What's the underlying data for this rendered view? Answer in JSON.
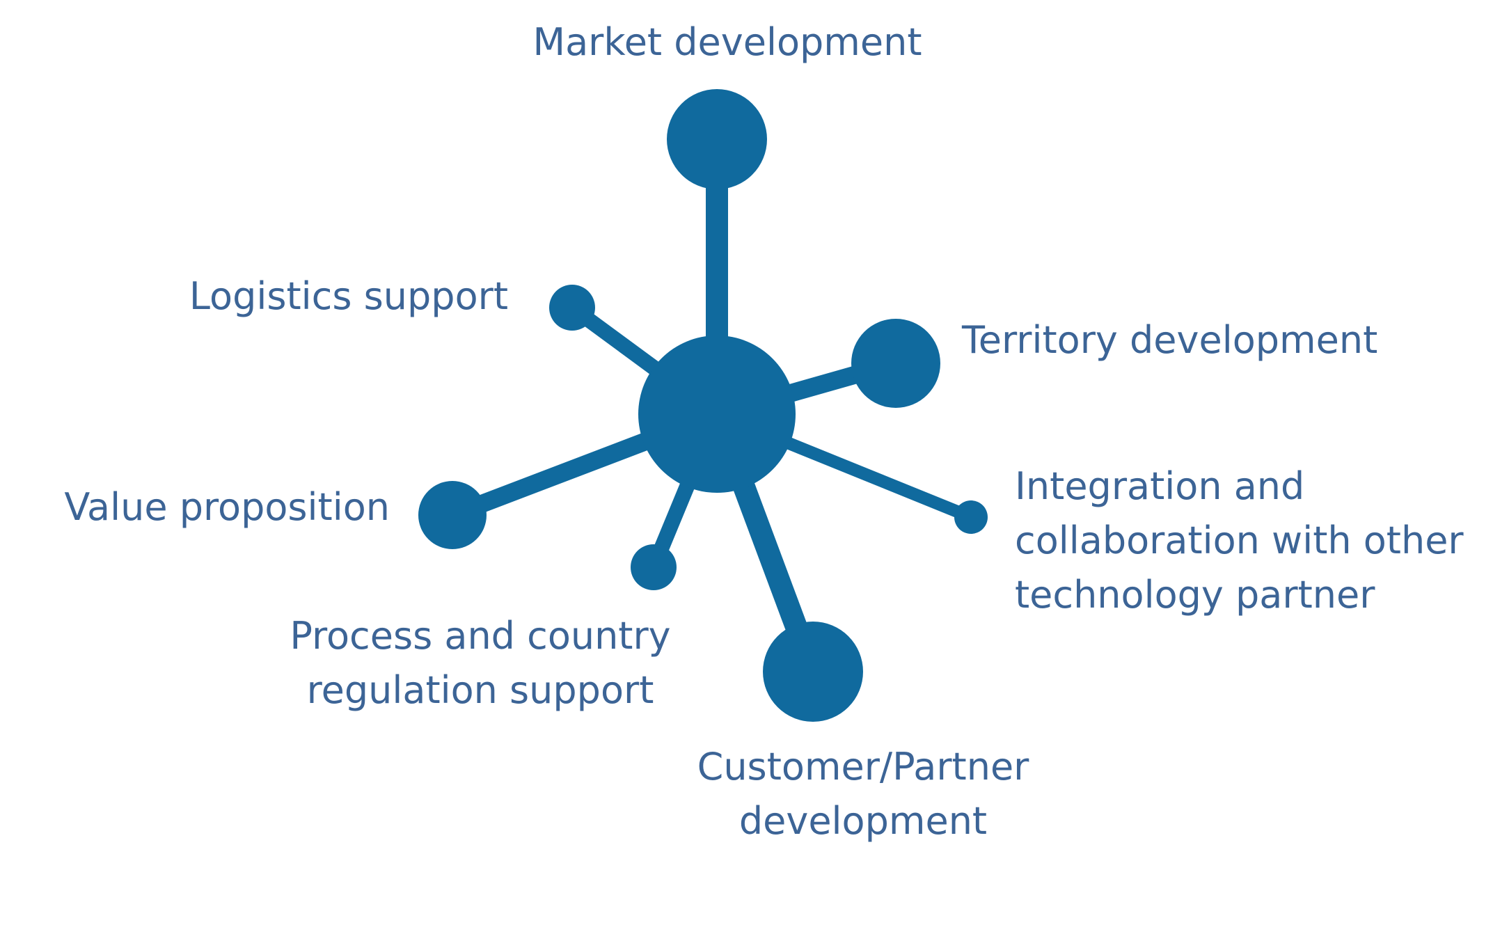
{
  "colors": {
    "diagram": "#106a9e",
    "text": "#3c6496",
    "background": "#ffffff"
  },
  "labels": {
    "market_development": "Market development",
    "logistics_support": "Logistics support",
    "territory_development": "Territory development",
    "value_proposition": "Value proposition",
    "integration": [
      "Integration and",
      "collaboration with other",
      "technology partner"
    ],
    "process_regulation": [
      "Process and country",
      "regulation support"
    ],
    "customer_partner": [
      "Customer/Partner",
      "development"
    ]
  }
}
